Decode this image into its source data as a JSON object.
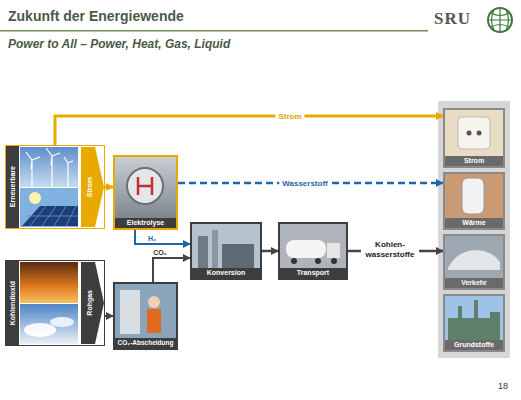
{
  "diagram": {
    "title": "Zukunft der Energiewende",
    "nodes": [
      {
        "text": [
          "Erneuerbare",
          "Strom"
        ]
      },
      {
        "text": [
          "Elektrolyse"
        ]
      },
      {
        "text": [
          "Kohlendioxid",
          "Rohgas"
        ]
      },
      {
        "text": [
          "CO₂-Abscheidung"
        ]
      },
      {
        "text": [
          "Konversion"
        ]
      },
      {
        "text": [
          "Transport"
        ]
      },
      {
        "text": [
          "Strom"
        ]
      },
      {
        "text": [
          "Wärme"
        ]
      },
      {
        "text": [
          "Verkehr"
        ]
      },
      {
        "text": [
          "Grundstoffe"
        ]
      }
    ],
    "edges": [
      {
        "from": 0,
        "to": 6,
        "label": "Strom",
        "arrow": "to"
      },
      {
        "from": 0,
        "to": 1,
        "arrow": "to"
      },
      {
        "from": 1,
        "to": 7,
        "label": "Wasserstoff",
        "arrow": "to"
      },
      {
        "from": 1,
        "to": 4,
        "label": "H₂",
        "arrow": "to"
      },
      {
        "from": 2,
        "to": 3,
        "arrow": "to"
      },
      {
        "from": 3,
        "to": 4,
        "label": "CO₂",
        "arrow": "to"
      },
      {
        "from": 4,
        "to": 5,
        "arrow": "to"
      },
      {
        "from": 5,
        "to": 8,
        "label": "Kohlen- wasserstoffe",
        "arrow": "to"
      }
    ],
    "labels": [
      "Power to All – Power, Heat, Gas, Liquid",
      "SRU",
      "18"
    ]
  }
}
